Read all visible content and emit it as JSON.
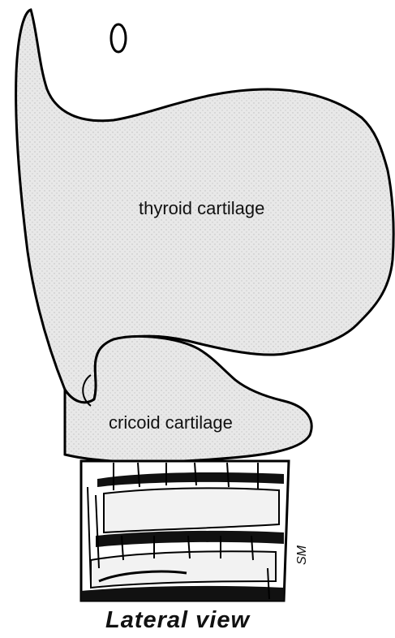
{
  "diagram": {
    "labels": {
      "thyroid": "thyroid cartilage",
      "cricoid": "cricoid cartilage"
    },
    "caption": "Lateral view",
    "signature": "SM",
    "colors": {
      "fill": "#e6e6e6",
      "stroke": "#000000",
      "background": "#ffffff"
    }
  }
}
